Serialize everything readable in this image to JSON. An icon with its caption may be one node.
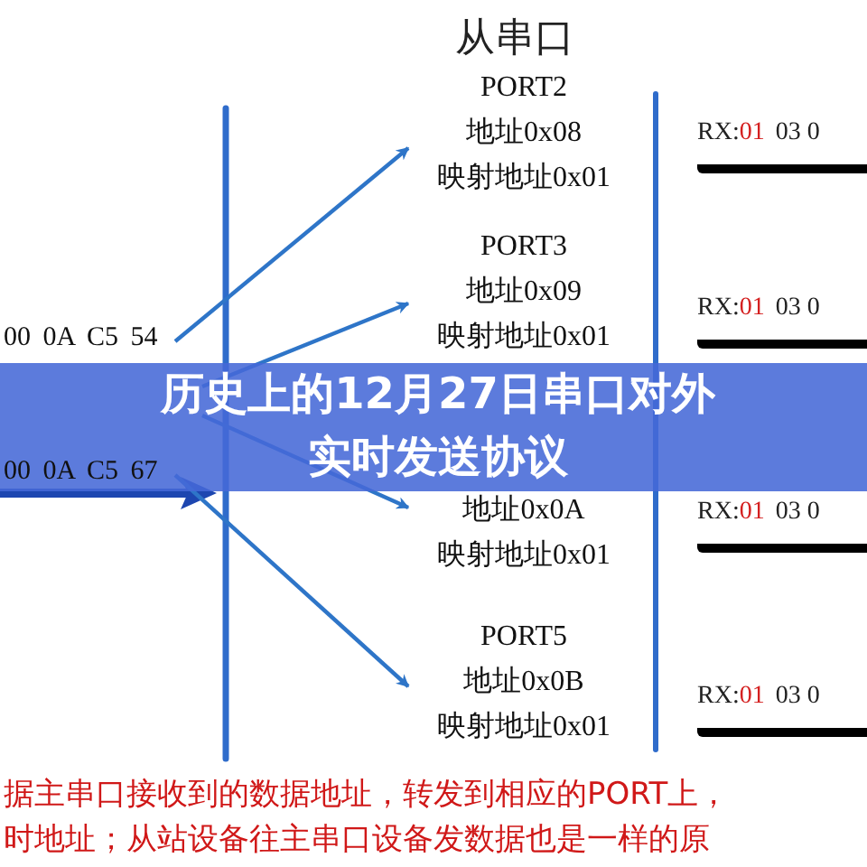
{
  "diagram": {
    "title": "历史上的12月27日串口对外实时发送协议",
    "nodes": [
      {
        "text": [
          "00 0A C5 54"
        ]
      },
      {
        "text": [
          "00 0A C5 67"
        ]
      },
      {
        "text": [
          "PORT2",
          "地址0x08",
          "映射地址0x01"
        ]
      },
      {
        "text": [
          "PORT3",
          "地址0x09",
          "映射地址0x01"
        ]
      },
      {
        "text": [
          "地址0x0A",
          "映射地址0x01"
        ]
      },
      {
        "text": [
          "PORT5",
          "地址0x0B",
          "映射地址0x01"
        ]
      },
      {
        "text": [
          "RX:",
          "01",
          "03 0"
        ]
      },
      {
        "text": [
          "RX:",
          "01",
          "03 0"
        ]
      },
      {
        "text": [
          "RX:",
          "01",
          "03 0"
        ]
      },
      {
        "text": [
          "RX:",
          "01",
          "03 0"
        ]
      }
    ],
    "edges": [
      {
        "from": 0,
        "to": 2,
        "arrow": "to"
      },
      {
        "from": null,
        "to": 3,
        "arrow": "to"
      },
      {
        "from": null,
        "to": 4,
        "arrow": "to"
      },
      {
        "from": 1,
        "to": 5,
        "arrow": "to"
      }
    ],
    "labels": [
      "从串口",
      "据主串口接收到的数据地址，转发到相应的PORT上，",
      "时地址；从站设备往主串口设备发数据也是一样的原"
    ]
  }
}
